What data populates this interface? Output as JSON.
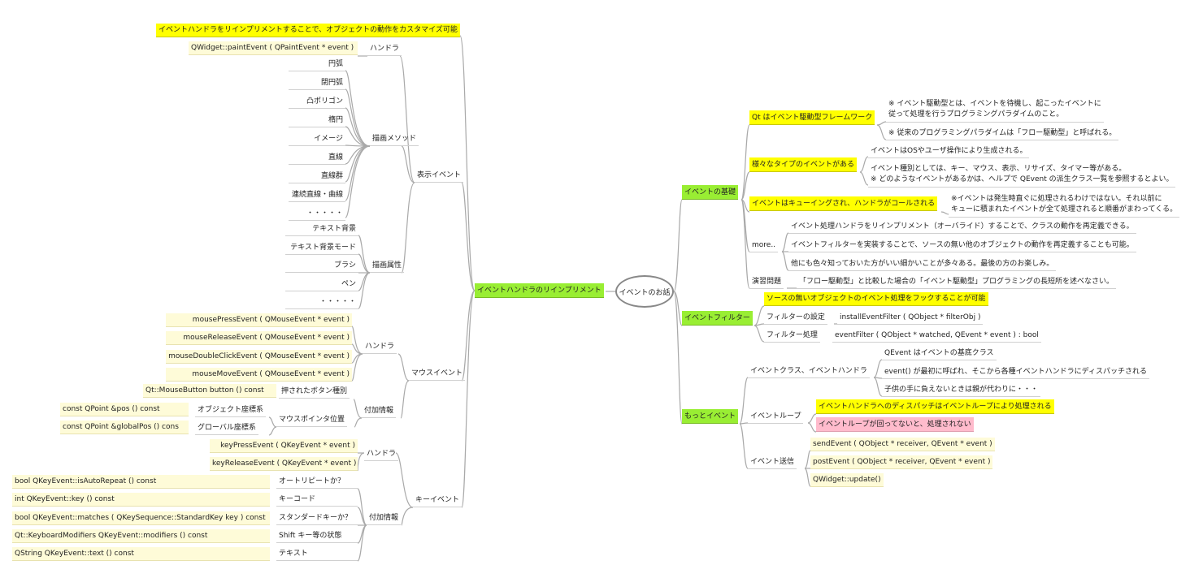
{
  "root": "イベントのお話",
  "left": {
    "main": "イベントハンドラのリインプリメント",
    "top_note": "イベントハンドラをリインプリメントすることで、オブジェクトの動作をカスタマイズ可能",
    "display": {
      "label": "表示イベント",
      "handler_label": "ハンドラ",
      "handler": "QWidget::paintEvent ( QPaintEvent * event )",
      "draw_methods_label": "描画メソッド",
      "draw_methods": [
        "円弧",
        "閉円弧",
        "凸ポリゴン",
        "楕円",
        "イメージ",
        "直線",
        "直線群",
        "連続直線・曲線",
        "・・・・・"
      ],
      "draw_attrs_label": "描画属性",
      "draw_attrs": [
        "テキスト背景",
        "テキスト背景モード",
        "ブラシ",
        "ペン",
        "・・・・・"
      ]
    },
    "mouse": {
      "label": "マウスイベント",
      "handler_label": "ハンドラ",
      "handlers": [
        "mousePressEvent ( QMouseEvent * event )",
        "mouseReleaseEvent ( QMouseEvent * event )",
        "mouseDoubleClickEvent ( QMouseEvent * event )",
        "mouseMoveEvent ( QMouseEvent * event )"
      ],
      "info_label": "付加情報",
      "button_label": "押されたボタン種別",
      "button_api": "Qt::MouseButton button () const",
      "pos_label": "マウスポインタ位置",
      "obj_coord_label": "オブジェクト座標系",
      "obj_coord_api": "const QPoint &pos () const",
      "global_coord_label": "グローバル座標系",
      "global_coord_api": "const QPoint &globalPos () cons"
    },
    "key": {
      "label": "キーイベント",
      "handler_label": "ハンドラ",
      "handlers": [
        "keyPressEvent ( QKeyEvent * event )",
        "keyReleaseEvent ( QKeyEvent * event )"
      ],
      "info_label": "付加情報",
      "info": [
        {
          "label": "オートリピートか？",
          "api": "bool QKeyEvent::isAutoRepeat () const"
        },
        {
          "label": "キーコード",
          "api": "int QKeyEvent::key () const"
        },
        {
          "label": "スタンダードキーか？",
          "api": "bool QKeyEvent::matches ( QKeySequence::StandardKey key ) const"
        },
        {
          "label": "Shift キー等の状態",
          "api": "Qt::KeyboardModifiers QKeyEvent::modifiers () const"
        },
        {
          "label": "テキスト",
          "api": "QString QKeyEvent::text () const"
        }
      ]
    }
  },
  "right": {
    "basics": {
      "label": "イベントの基礎",
      "b1": {
        "label": "Qt はイベント駆動型フレームワーク",
        "note1": [
          "※ イベント駆動型とは、イベントを待機し、起こったイベントに",
          "従って処理を行うプログラミングパラダイムのこと。"
        ],
        "note2": "※ 従来のプログラミングパラダイムは「フロー駆動型」と呼ばれる。"
      },
      "b2": {
        "label": "様々なタイプのイベントがある",
        "note1": "イベントはOSやユーザ操作により生成される。",
        "note2": [
          "イベント種別としては、キー、マウス、表示、リサイズ、タイマー等がある。",
          "※ どのようなイベントがあるかは、ヘルプで QEvent の派生クラス一覧を参照するとよい。"
        ]
      },
      "b3": {
        "label": "イベントはキューイングされ、ハンドラがコールされる",
        "note": [
          "※イベントは発生時直ぐに処理されるわけではない。それ以前に",
          "キューに積まれたイベントが全て処理されると順番がまわってくる。"
        ]
      },
      "more": {
        "label": "more..",
        "items": [
          "イベント処理ハンドラをリインプリメント（オーバライド）することで、クラスの動作を再定義できる。",
          "イベントフィルターを実装することで、ソースの無い他のオブジェクトの動作を再定義することも可能。",
          "他にも色々知っておいた方がいい細かいことが多々ある。最後の方のお楽しみ。"
        ]
      },
      "exercise": {
        "label": "演習問題",
        "text": "「フロー駆動型」と比較した場合の「イベント駆動型」プログラミングの長短所を述べなさい。"
      }
    },
    "filter": {
      "label": "イベントフィルター",
      "note": "ソースの無いオブジェクトのイベント処理をフックすることが可能",
      "set_label": "フィルターの設定",
      "set_api": "installEventFilter ( QObject * filterObj )",
      "proc_label": "フィルター処理",
      "proc_api": "eventFilter ( QObject * watched, QEvent * event ) : bool"
    },
    "more_events": {
      "label": "もっとイベント",
      "classes": {
        "label": "イベントクラス、イベントハンドラ",
        "items": [
          "QEvent はイベントの基底クラス",
          "event() が最初に呼ばれ、そこから各種イベントハンドラにディスパッチされる",
          "子供の手に負えないときは親が代わりに・・・"
        ]
      },
      "loop": {
        "label": "イベントループ",
        "item1": "イベントハンドラへのディスパッチはイベントループにより処理される",
        "item2": "イベントループが回ってないと、処理されない"
      },
      "send": {
        "label": "イベント送信",
        "items": [
          "sendEvent ( QObject * receiver, QEvent * event )",
          "postEvent ( QObject *  receiver, QEvent * event )",
          "QWidget::update()"
        ]
      }
    }
  },
  "colors": {
    "highlight": "#ffff00",
    "topic": "#99ee33",
    "pink": "#ffbbcc",
    "cream": "#fefbd8",
    "line": "#a9a9a9"
  }
}
